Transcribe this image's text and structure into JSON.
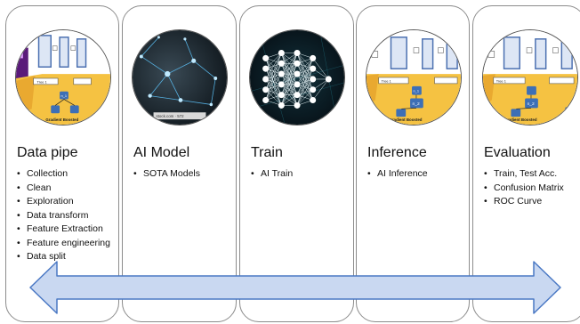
{
  "stages": [
    {
      "title": "Data pipe",
      "image": "gradient-boosted-tree-diagram",
      "bullets": [
        "Collection",
        "Clean",
        "Exploration",
        "Data transform",
        "Feature Extraction",
        "Feature engineering",
        "Data split"
      ]
    },
    {
      "title": "AI Model",
      "image": "neural-network-nodes-photo",
      "bullets": [
        "SOTA Models"
      ]
    },
    {
      "title": "Train",
      "image": "neural-network-diagram",
      "bullets": [
        "AI  Train"
      ]
    },
    {
      "title": "Inference",
      "image": "gradient-boosted-tree-diagram",
      "bullets": [
        "AI  Inference"
      ]
    },
    {
      "title": "Evaluation",
      "image": "gradient-boosted-tree-diagram",
      "bullets": [
        "Train, Test Acc.",
        "Confusion Matrix",
        "ROC Curve"
      ]
    }
  ],
  "image_text": {
    "tree_label": "Gradient Boosted",
    "node_a": "n_1",
    "node_b": "n_2",
    "tree_1": "Tree 1",
    "stock_watermark": "stock.com · 572"
  },
  "colors": {
    "tree_background": "#f5c242",
    "tree_node": "#3d6fb6",
    "nn_background": "#06121c",
    "arrow_fill": "#c9d8f1",
    "arrow_stroke": "#4a78c4"
  }
}
